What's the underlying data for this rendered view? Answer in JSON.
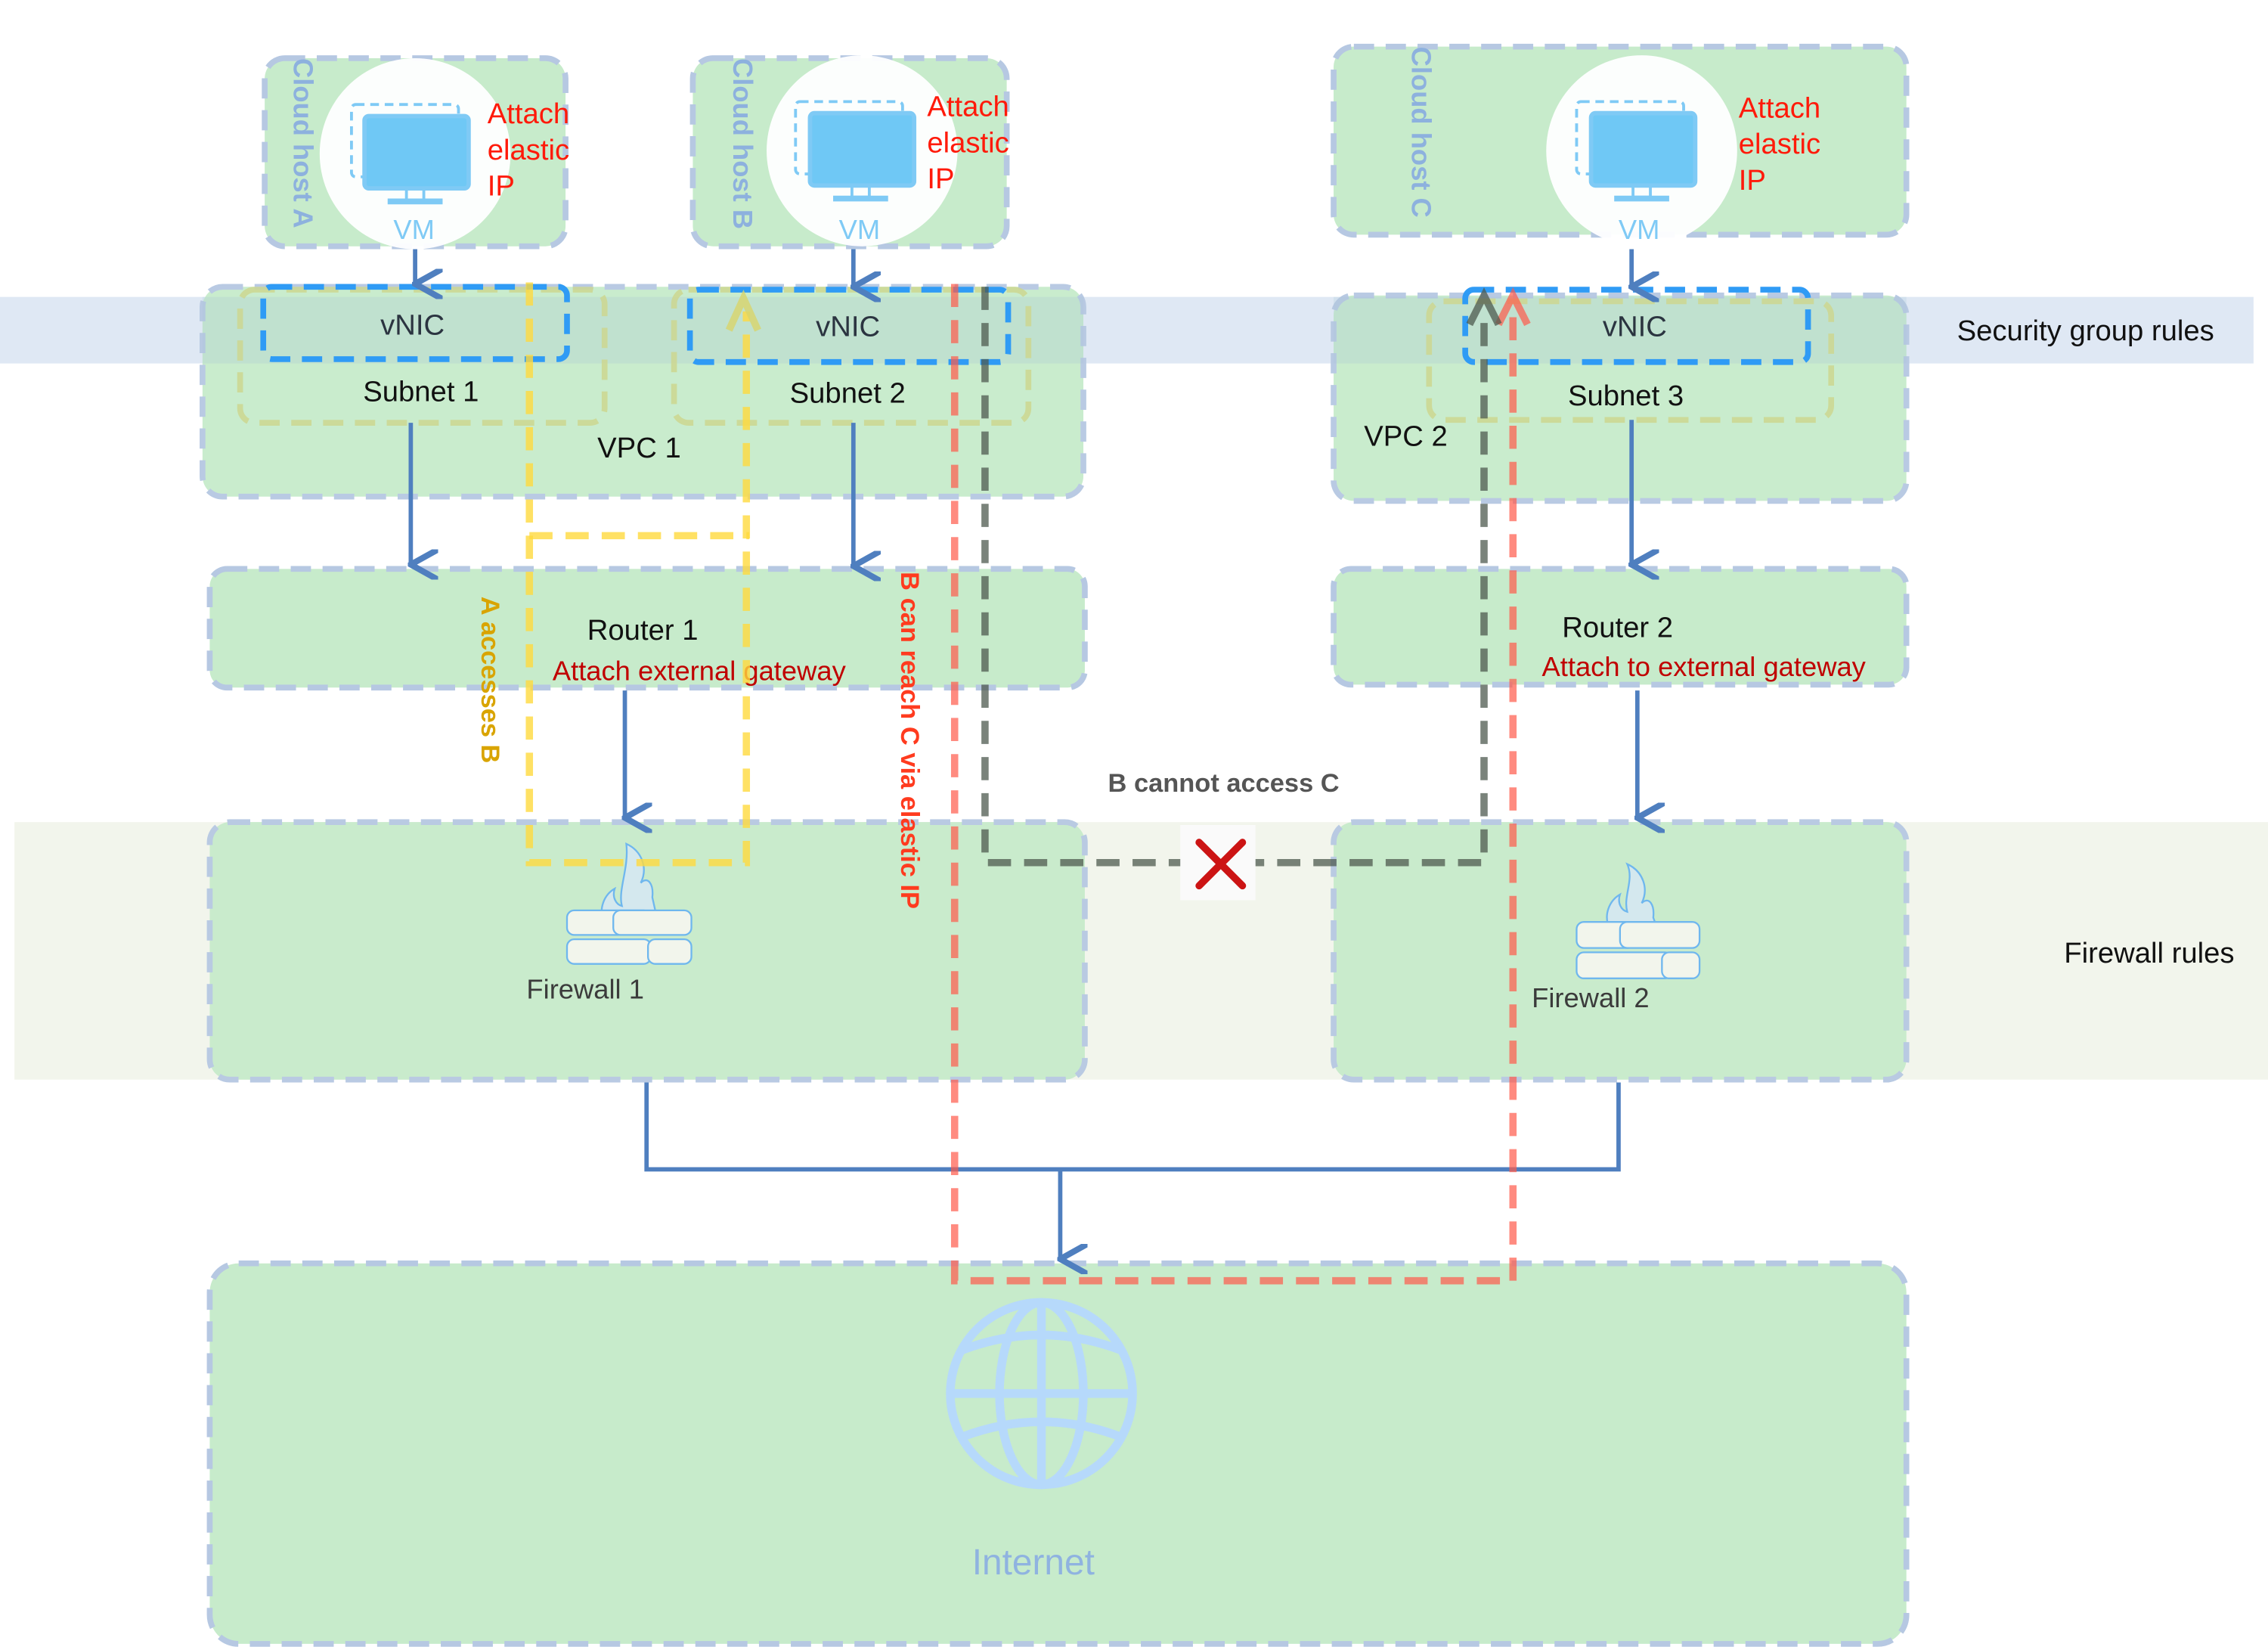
{
  "bands": {
    "security_group": "Security group rules",
    "firewall": "Firewall rules"
  },
  "hosts": [
    {
      "name": "Cloud host A",
      "vm_label": "VM",
      "eip_note": [
        "Attach",
        "elastic",
        "IP"
      ]
    },
    {
      "name": "Cloud host B",
      "vm_label": "VM",
      "eip_note": [
        "Attach",
        "elastic",
        "IP"
      ]
    },
    {
      "name": "Cloud host C",
      "vm_label": "VM",
      "eip_note": [
        "Attach",
        "elastic",
        "IP"
      ]
    }
  ],
  "vnics": [
    "vNIC",
    "vNIC",
    "vNIC"
  ],
  "subnets": [
    "Subnet 1",
    "Subnet 2",
    "Subnet 3"
  ],
  "vpcs": [
    "VPC 1",
    "VPC 2"
  ],
  "routers": [
    {
      "name": "Router 1",
      "note": "Attach external gateway"
    },
    {
      "name": "Router 2",
      "note": "Attach to external gateway"
    }
  ],
  "firewalls": [
    "Firewall 1",
    "Firewall 2"
  ],
  "internet": "Internet",
  "paths": {
    "a_to_b": {
      "label": "A accesses B",
      "color": "#ffd93d"
    },
    "b_to_c_eip": {
      "label": "B can reach C via elastic IP",
      "color": "#ff3b1f"
    },
    "b_to_c_blocked": {
      "label": "B cannot access C",
      "color": "#5a5a5a"
    }
  },
  "colors": {
    "container_fill": "#c7ebcb",
    "container_border": "#b6c8e2",
    "vnic_border": "#2f9bf5",
    "flow_arrow": "#4f7fbf",
    "blocked_mark": "#cc1414"
  }
}
